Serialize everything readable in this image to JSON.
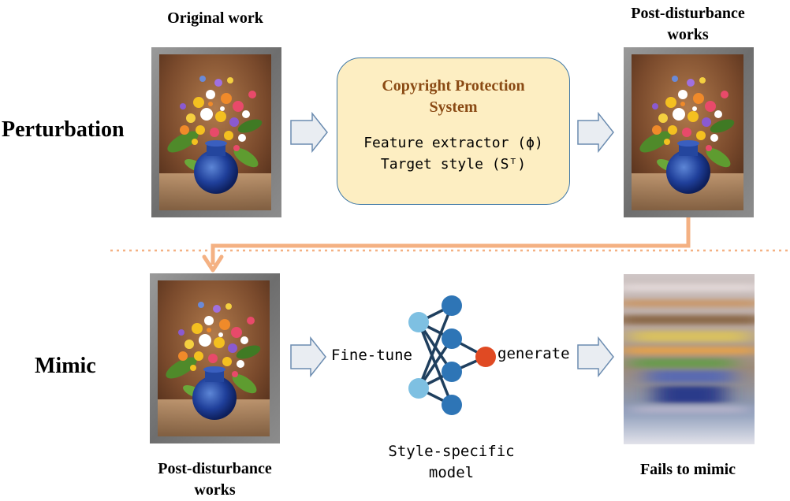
{
  "rows": {
    "perturbation": "Perturbation",
    "mimic": "Mimic"
  },
  "labels": {
    "original_work": "Original work",
    "post_disturbance_top_1": "Post-disturbance",
    "post_disturbance_top_2": "works",
    "post_disturbance_bottom_1": "Post-disturbance",
    "post_disturbance_bottom_2": "works",
    "fails_to_mimic": "Fails to mimic",
    "style_specific_1": "Style-specific",
    "style_specific_2": "model"
  },
  "system": {
    "title_1": "Copyright Protection",
    "title_2": "System",
    "line_1": "Feature extractor (ϕ)",
    "line_2": "Target style (Sᵀ)"
  },
  "actions": {
    "fine_tune": "Fine-tune",
    "generate": "generate"
  },
  "colors": {
    "arrow_fill": "#e9edf2",
    "arrow_stroke": "#6b8cb0",
    "orange_line": "#f4b183",
    "node_light": "#7ec0e2",
    "node_dark": "#2e75b6",
    "node_output": "#e04a23",
    "edge": "#1f3f5e",
    "system_bg": "#fdeec2",
    "system_title": "#8a4a14"
  }
}
